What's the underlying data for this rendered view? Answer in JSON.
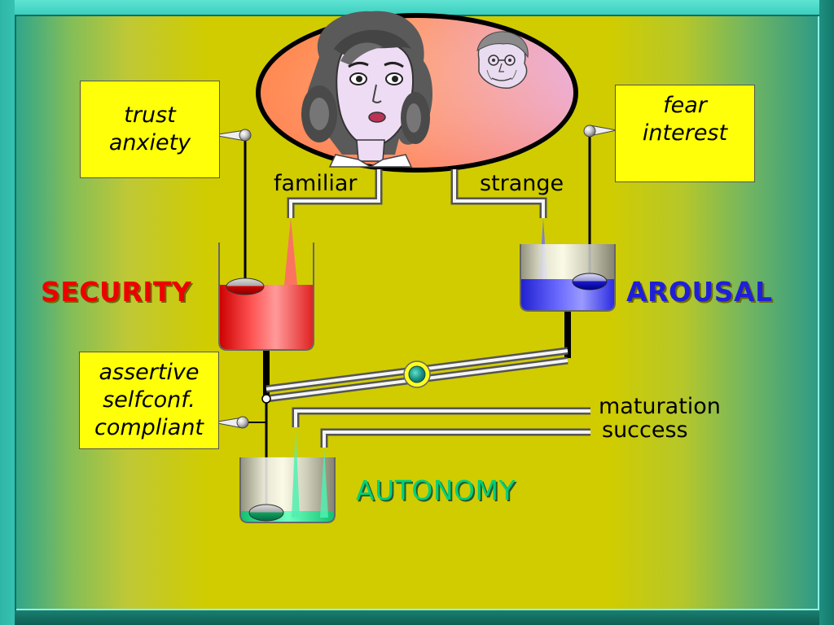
{
  "boxes": {
    "security": [
      "trust",
      "anxiety"
    ],
    "arousal": [
      "fear",
      "interest"
    ],
    "autonomy": [
      "assertive",
      "selfconf.",
      "compliant"
    ]
  },
  "inputs": {
    "familiar": "familiar",
    "strange": "strange",
    "maturation": "maturation",
    "success": "success"
  },
  "reservoirs": {
    "security": {
      "label": "SECURITY",
      "color": "#ff1a1a",
      "fill_level": 0.55
    },
    "arousal": {
      "label": "AROUSAL",
      "color": "#2222ee",
      "fill_level": 0.45
    },
    "autonomy": {
      "label": "AUTONOMY",
      "color": "#22ee99",
      "fill_level": 0.2
    }
  },
  "colors": {
    "box_fill": "#ffff0a",
    "background": "#d0cc00",
    "frame": "#2aa898"
  },
  "pictures": {
    "main": "woman-face",
    "inset": "old-woman-face"
  }
}
